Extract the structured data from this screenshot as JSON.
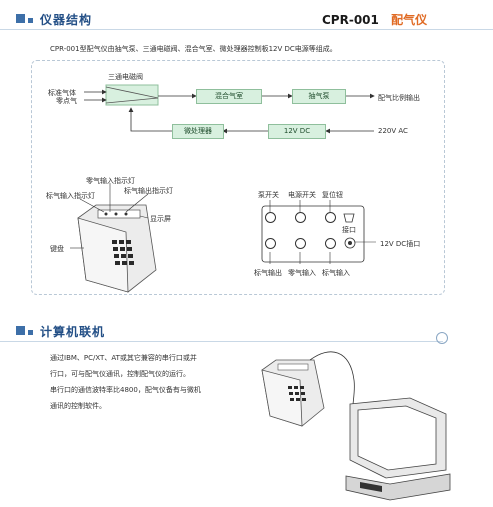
{
  "section1": {
    "title": "仪器结构",
    "product_model": "CPR-001",
    "product_name": "配气仪",
    "intro": "CPR-001型配气仪由抽气泵、三通电磁阀、混合气室、微处理器控制板12V DC电源等组成。"
  },
  "flow": {
    "valve_label": "三通电磁阀",
    "input1": "标准气体",
    "input2": "零点气",
    "mix": "混合气室",
    "pump": "抽气泵",
    "output": "配气比例输出",
    "cpu": "微处理器",
    "power": "12V DC",
    "ac": "220V AC"
  },
  "device": {
    "zero_led": "零气输入指示灯",
    "std_led": "标气输入指示灯",
    "out_led": "标气输出指示灯",
    "display": "显示屏",
    "keyboard": "键盘"
  },
  "panel": {
    "pump_switch": "泵开关",
    "power_switch": "电源开关",
    "reset": "复位钮",
    "port": "接口",
    "dc_port": "12V DC插口",
    "std_out": "标气输出",
    "zero_in": "零气输入",
    "std_in": "标气输入"
  },
  "section2": {
    "title": "计算机联机",
    "p1": "通过IBM、PC/XT、AT或其它兼容的串行口或并",
    "p2": "行口，可与配气仪通讯，控制配气仪的运行。",
    "p3": "串行口的通信波特率比4800，配气仪备有与微机",
    "p4": "通讯的控制软件。"
  }
}
